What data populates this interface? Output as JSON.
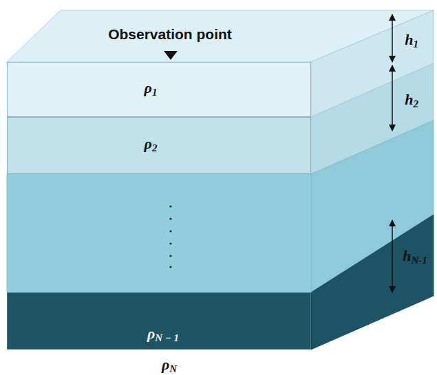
{
  "diagram": {
    "nodes": [
      {
        "text": [
          "ρ1"
        ]
      },
      {
        "text": [
          "ρ2"
        ]
      },
      {
        "text": [
          "ρN − 1"
        ]
      }
    ],
    "labels": [
      "Observation point",
      "h1",
      "h2",
      "hN-1",
      "ρN"
    ]
  }
}
